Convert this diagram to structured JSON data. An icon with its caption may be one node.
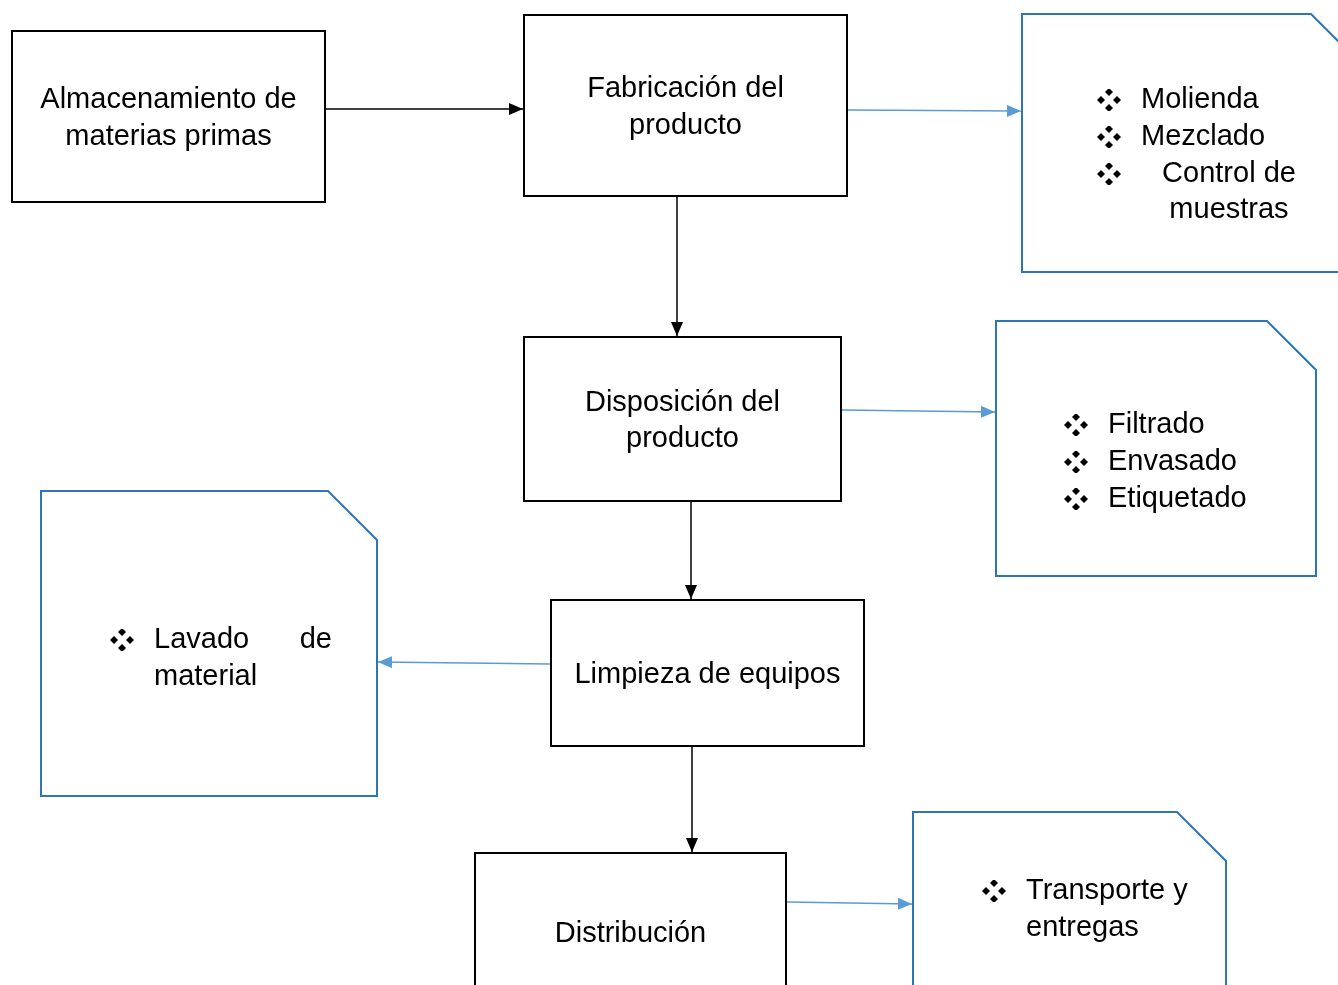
{
  "diagram": {
    "nodes": [
      {
        "text": [
          "Almacenamiento de materias primas"
        ]
      },
      {
        "text": [
          "Fabricación del producto"
        ]
      },
      {
        "text": [
          "Molienda",
          "Mezclado",
          "Control de muestras"
        ]
      },
      {
        "text": [
          "Disposición del producto"
        ]
      },
      {
        "text": [
          "Filtrado",
          "Envasado",
          "Etiquetado"
        ]
      },
      {
        "text": [
          "Lavado de material"
        ]
      },
      {
        "text": [
          "Limpieza de equipos"
        ]
      },
      {
        "text": [
          "Distribución"
        ]
      },
      {
        "text": [
          "Transporte y entregas"
        ]
      }
    ],
    "edges": [
      {
        "from": 0,
        "to": 1,
        "arrow": "to"
      },
      {
        "from": 1,
        "to": 2,
        "arrow": "to",
        "color": "#5b9bd5"
      },
      {
        "from": 1,
        "to": 3,
        "arrow": "to"
      },
      {
        "from": 3,
        "to": 4,
        "arrow": "to",
        "color": "#5b9bd5"
      },
      {
        "from": 3,
        "to": 6,
        "arrow": "to"
      },
      {
        "from": 6,
        "to": 5,
        "arrow": "to",
        "color": "#5b9bd5"
      },
      {
        "from": 6,
        "to": 7,
        "arrow": "to"
      },
      {
        "from": 7,
        "to": 8,
        "arrow": "to",
        "color": "#5b9bd5"
      }
    ]
  }
}
